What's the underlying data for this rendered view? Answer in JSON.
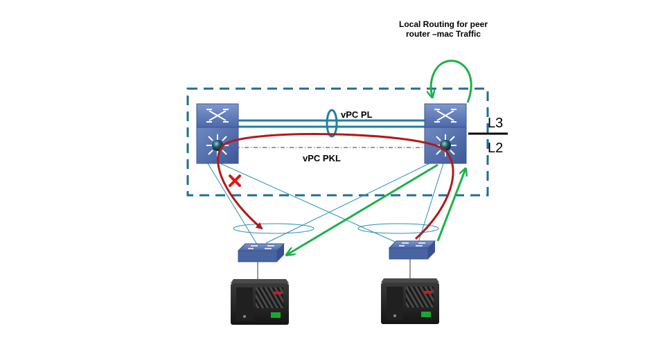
{
  "annotation": {
    "line1": "Local Routing  for peer",
    "line2": "router –mac Traffic"
  },
  "labels": {
    "peer_link": "vPC PL",
    "peer_keepalive": "vPC PKL",
    "layer3": "L3",
    "layer2": "L2"
  },
  "colors": {
    "vpc_domain_border": "#1f6d96",
    "peer_link": "#1f7fa6",
    "access_links": "#2a8fb2",
    "blocked_path": "#b01a1a",
    "routed_path": "#1db04a",
    "switch_body": "#4d6cae",
    "server_body": "#2b2b2b"
  },
  "icons": {
    "left_core_switch": "multilayer-switch-icon",
    "right_core_switch": "multilayer-switch-icon",
    "left_access_switch": "workgroup-switch-icon",
    "right_access_switch": "workgroup-switch-icon",
    "left_server": "rack-server-icon",
    "right_server": "rack-server-icon",
    "blocked_marker": "red-x-icon"
  }
}
